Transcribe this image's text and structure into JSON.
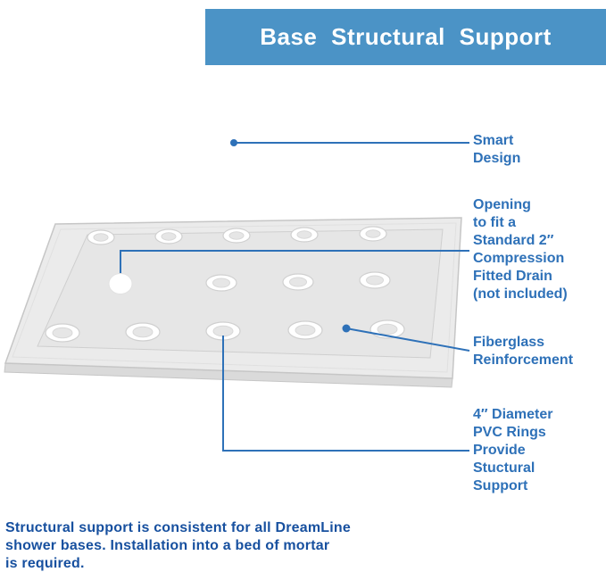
{
  "colors": {
    "background": "#ffffff",
    "header_bg": "#4b93c6",
    "header_text": "#ffffff",
    "accent": "#2e71b8",
    "footer_text": "#17509f",
    "tray_surface": "#ebebeb",
    "tray_floor": "#e6e6e6",
    "tray_edge": "#c6c6c6",
    "ring_fill": "#ffffff"
  },
  "header": {
    "title": "Base Structural Support"
  },
  "callouts": {
    "smart_design": {
      "label": "Smart\nDesign"
    },
    "drain_opening": {
      "label": "Opening\nto fit a\nStandard 2″\nCompression\nFitted Drain\n(not included)"
    },
    "fiberglass": {
      "label": "Fiberglass\nReinforcement"
    },
    "pvc_rings": {
      "label": "4″ Diameter\nPVC Rings\nProvide\nStuctural\nSupport"
    }
  },
  "footer": {
    "note": "Structural support is consistent for all DreamLine\nshower bases. Installation into a bed of mortar\nis required."
  },
  "illustration": {
    "ring_count": 14,
    "drain_highlighted": true
  }
}
